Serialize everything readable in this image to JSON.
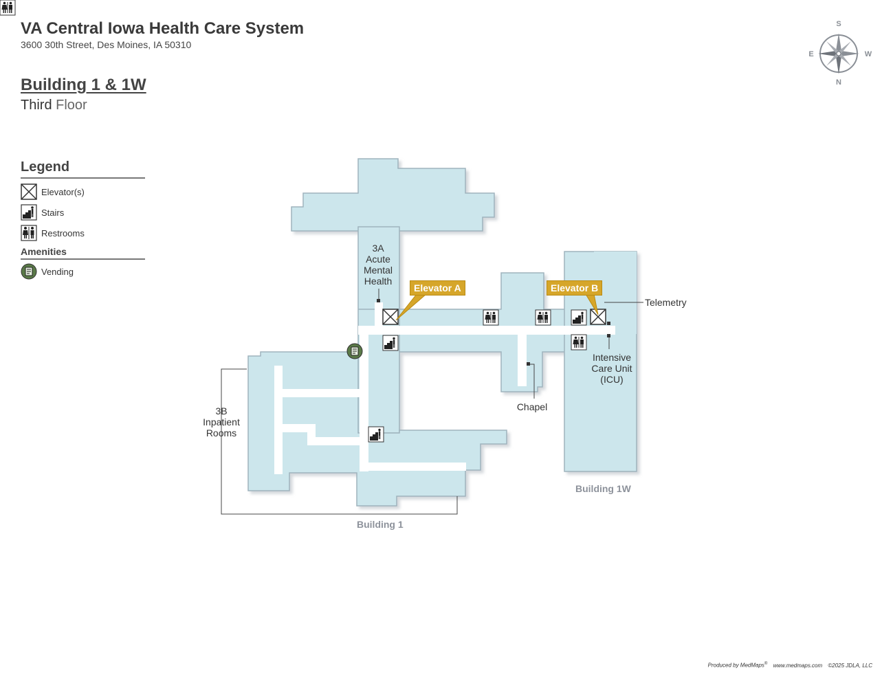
{
  "header": {
    "title": "VA Central Iowa Health Care System",
    "address": "3600 30th Street, Des Moines, IA 50310",
    "building": "Building 1 & 1W",
    "floor_word": "Third",
    "floor_label": "Floor"
  },
  "compass": {
    "s": "S",
    "e": "E",
    "w": "W",
    "n": "N"
  },
  "legend": {
    "title": "Legend",
    "items": [
      {
        "icon": "elevator-icon",
        "label": "Elevator(s)"
      },
      {
        "icon": "stairs-icon",
        "label": "Stairs"
      },
      {
        "icon": "restroom-icon",
        "label": "Restrooms"
      }
    ],
    "amenities_title": "Amenities",
    "amenities": [
      {
        "icon": "vending-icon",
        "label": "Vending"
      }
    ]
  },
  "map": {
    "colors": {
      "floor": "#cce6ec",
      "outline": "#9fb3bd",
      "corridor": "#ffffff",
      "callout": "#d6a62a"
    },
    "labels": {
      "acute_mental": [
        "3A",
        "Acute",
        "Mental",
        "Health"
      ],
      "inpatient": [
        "3B",
        "Inpatient",
        "Rooms"
      ],
      "telemetry": "Telemetry",
      "icu": [
        "Intensive",
        "Care Unit",
        "(ICU)"
      ],
      "chapel": "Chapel",
      "building_1": "Building 1",
      "building_1w": "Building 1W"
    },
    "callouts": {
      "elevator_a": "Elevator A",
      "elevator_b": "Elevator B"
    }
  },
  "footer": {
    "produced": "Produced by MedMaps",
    "url": "www.medmaps.com",
    "copyright": "©2025 JDLA, LLC"
  }
}
